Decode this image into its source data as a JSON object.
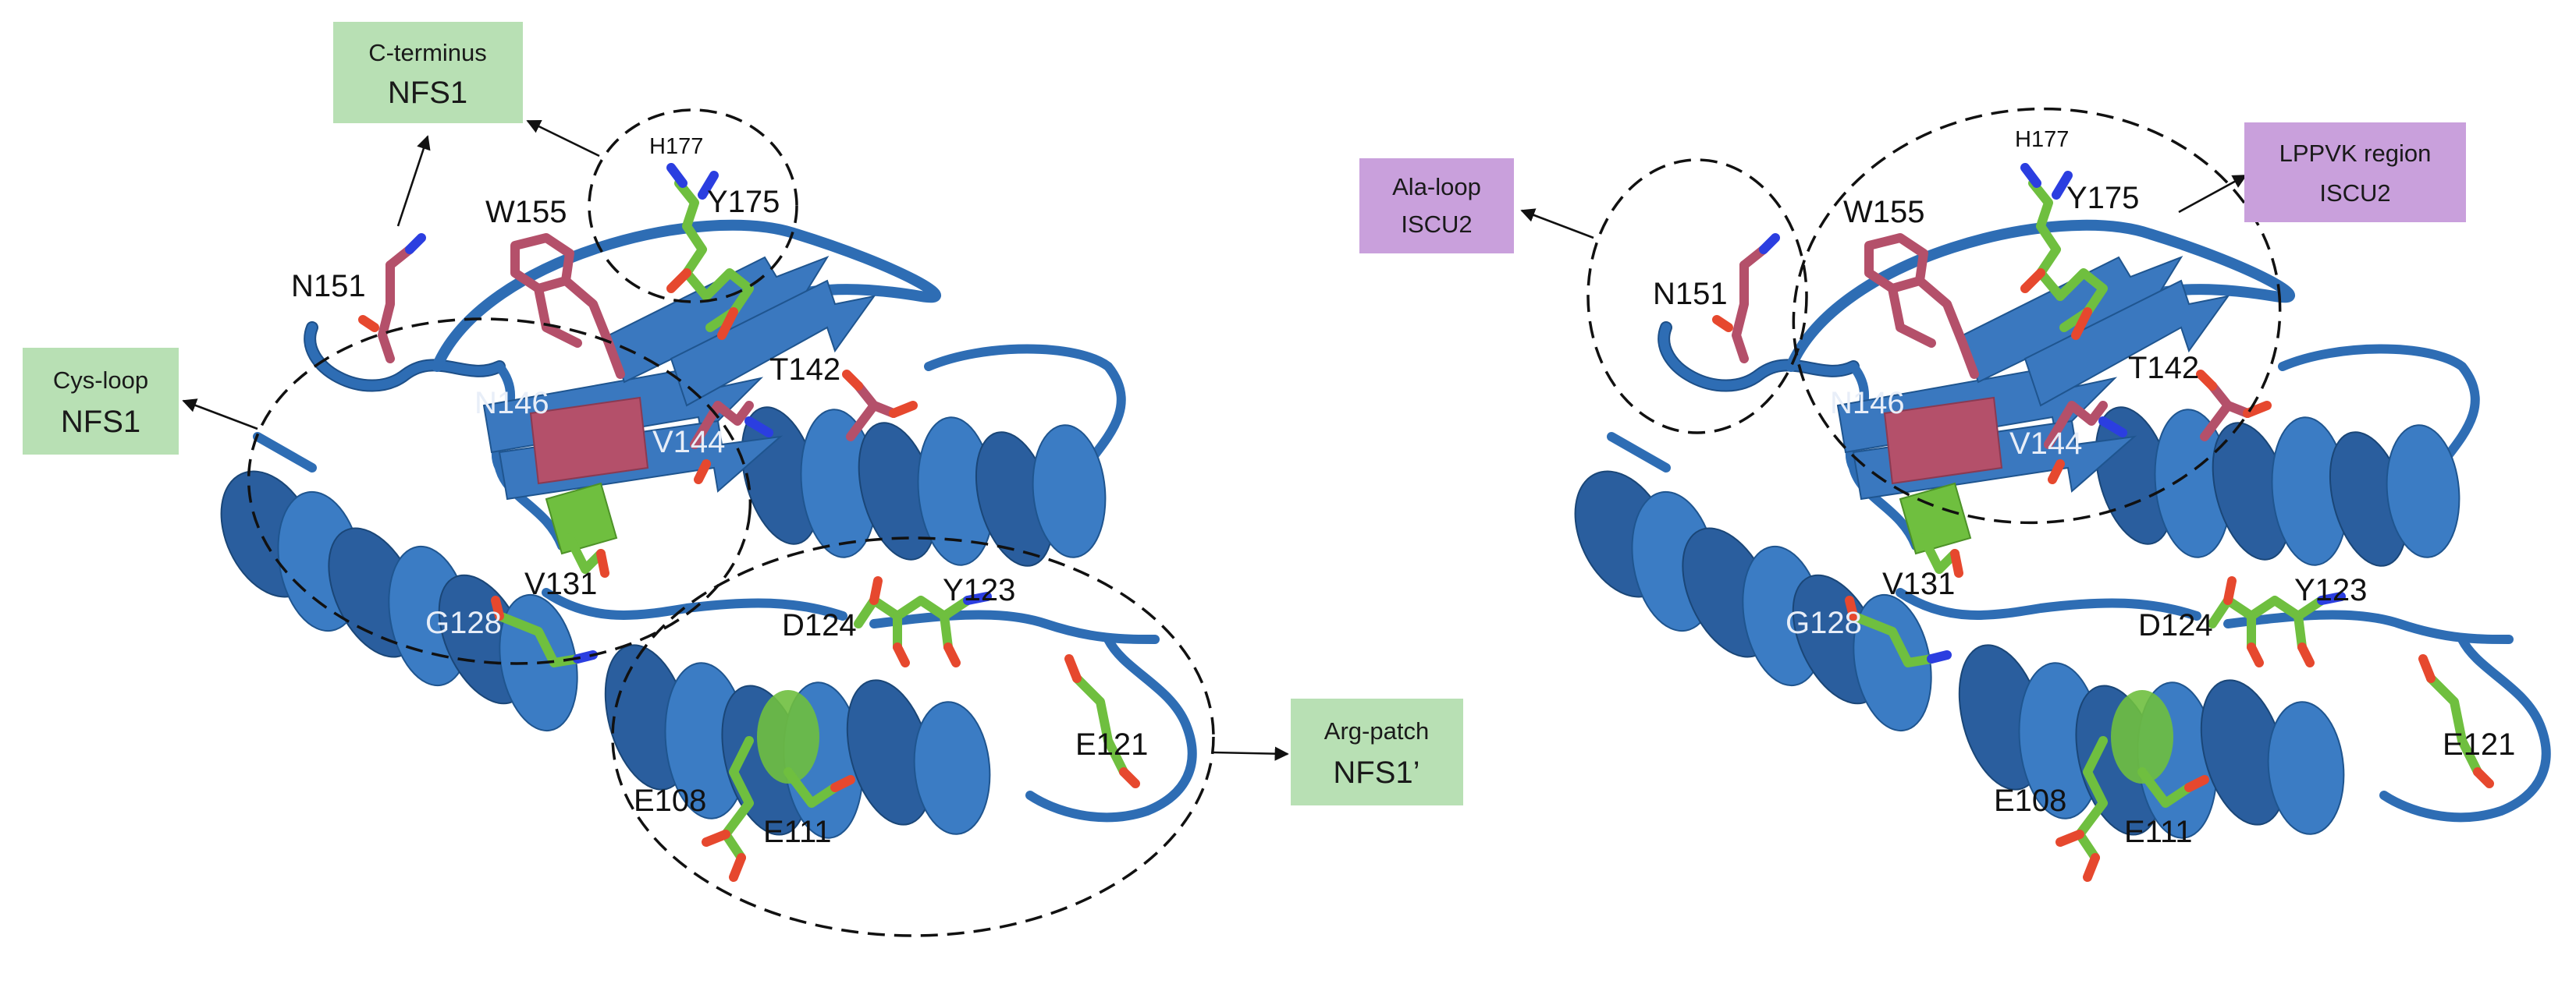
{
  "colors": {
    "nfs1_box": "#b8e0b4",
    "iscu2_box": "#c9a0dc",
    "ribbon": "#2e6db4",
    "green_residue": "#6fbf3f",
    "red_residue": "#b4506a"
  },
  "left_panel": {
    "boxes": {
      "c_terminus": {
        "line1": "C-terminus",
        "line2": "NFS1"
      },
      "cys_loop": {
        "line1": "Cys-loop",
        "line2": "NFS1"
      },
      "arg_patch": {
        "line1": "Arg-patch",
        "line2": "NFS1’"
      }
    },
    "residues": {
      "h177": "H177",
      "y175": "Y175",
      "w155": "W155",
      "n151": "N151",
      "t142": "T142",
      "n146": "N146",
      "v144": "V144",
      "v131": "V131",
      "g128": "G128",
      "y123": "Y123",
      "d124": "D124",
      "e121": "E121",
      "e108": "E108",
      "e111": "E111"
    }
  },
  "right_panel": {
    "boxes": {
      "ala_loop": {
        "line1": "Ala-loop",
        "line2": "ISCU2"
      },
      "lppvk": {
        "line1": "LPPVK region",
        "line2": "ISCU2"
      }
    },
    "residues": {
      "h177": "H177",
      "y175": "Y175",
      "w155": "W155",
      "n151": "N151",
      "t142": "T142",
      "n146": "N146",
      "v144": "V144",
      "v131": "V131",
      "g128": "G128",
      "y123": "Y123",
      "d124": "D124",
      "e121": "E121",
      "e108": "E108",
      "e111": "E111"
    }
  }
}
